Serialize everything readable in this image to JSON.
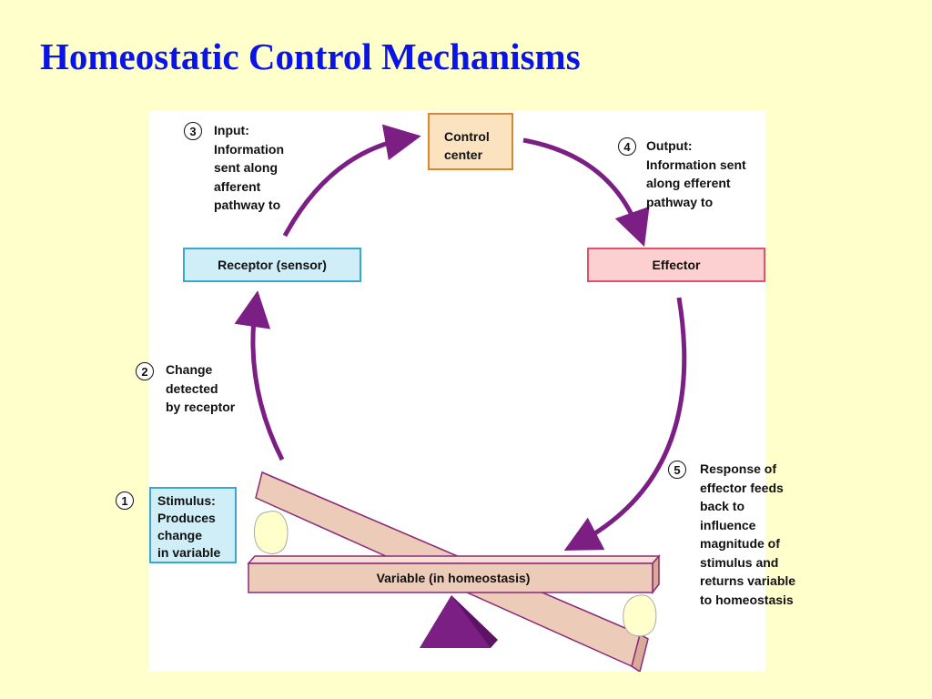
{
  "title": "Homeostatic Control Mechanisms",
  "diagram": {
    "control_center": {
      "lines": [
        "Control",
        "center"
      ]
    },
    "receptor": {
      "label": "Receptor (sensor)"
    },
    "effector": {
      "label": "Effector"
    },
    "stimulus": {
      "lines": [
        "Stimulus:",
        "Produces",
        "change",
        "in variable"
      ]
    },
    "variable": {
      "label": "Variable (in homeostasis)"
    },
    "steps": [
      {
        "number": "1"
      },
      {
        "number": "2",
        "lines": [
          "Change",
          "detected",
          "by receptor"
        ]
      },
      {
        "number": "3",
        "lines": [
          "Input:",
          "Information",
          "sent along",
          "afferent",
          "pathway to"
        ]
      },
      {
        "number": "4",
        "lines": [
          "Output:",
          "Information sent",
          "along efferent",
          "pathway to"
        ]
      },
      {
        "number": "5",
        "lines": [
          "Response of",
          "effector feeds",
          "back to",
          "influence",
          "magnitude of",
          "stimulus and",
          "returns variable",
          "to homeostasis"
        ]
      }
    ],
    "colors": {
      "arrow": "#7b1f84",
      "title": "#0a14e6",
      "background": "#ffffcc",
      "control_center_fill": "#fbe3c0",
      "receptor_fill": "#cfeef7",
      "effector_fill": "#fcd0d0",
      "seesaw_beam": "#eccbb8",
      "fulcrum": "#7b1f84"
    }
  }
}
